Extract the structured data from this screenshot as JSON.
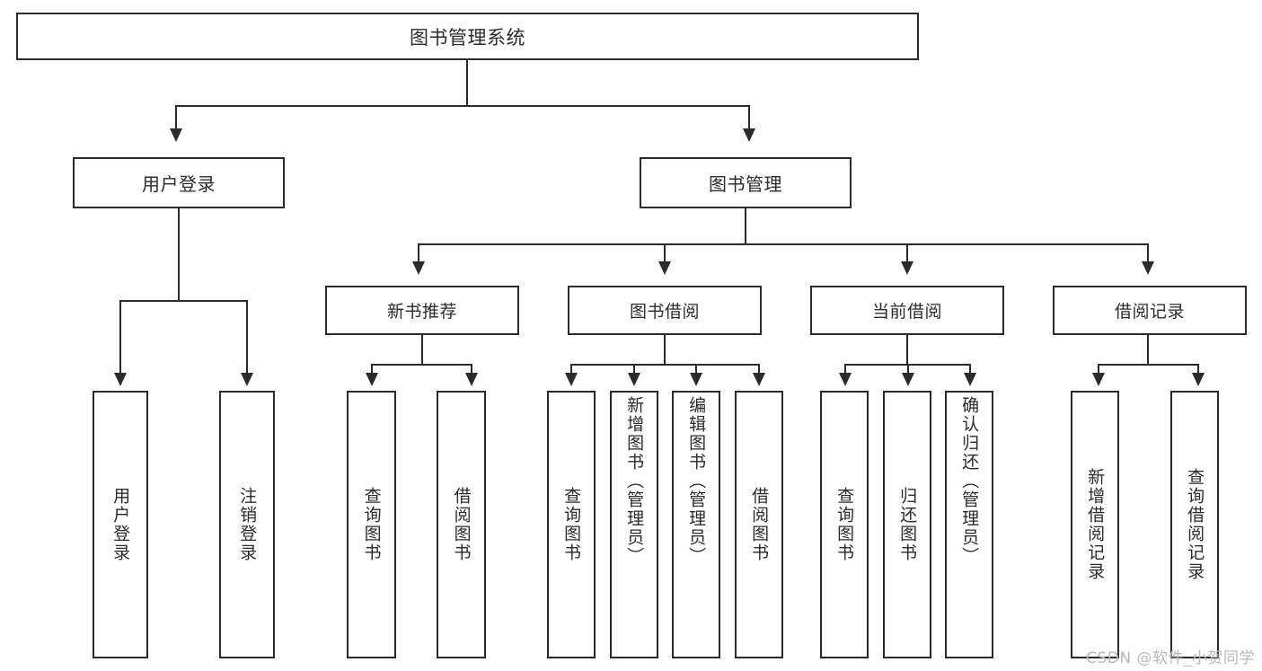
{
  "diagram": {
    "type": "tree-hierarchy",
    "title": "图书管理系统",
    "watermark": "CSDN @软件_小贺同学",
    "colors": {
      "box_border": "#2b2b2b",
      "box_fill": "#ffffff",
      "connector": "#2b2b2b",
      "background": "#ffffff",
      "watermark": "#b9b9b9"
    }
  },
  "nodes": {
    "root": {
      "label": "图书管理系统"
    },
    "level2": [
      {
        "id": "user-login",
        "label": "用户登录"
      },
      {
        "id": "book-manage",
        "label": "图书管理"
      }
    ],
    "level3": [
      {
        "id": "new-book-rec",
        "label": "新书推荐",
        "parent": "book-manage"
      },
      {
        "id": "book-borrow",
        "label": "图书借阅",
        "parent": "book-manage"
      },
      {
        "id": "current-borrow",
        "label": "当前借阅",
        "parent": "book-manage"
      },
      {
        "id": "borrow-record",
        "label": "借阅记录",
        "parent": "book-manage"
      }
    ],
    "leaves": [
      {
        "id": "leaf-user-login",
        "label": "用户登录",
        "parent": "user-login"
      },
      {
        "id": "leaf-logout",
        "label": "注销登录",
        "parent": "user-login"
      },
      {
        "id": "leaf-query-book-1",
        "label": "查询图书",
        "parent": "new-book-rec"
      },
      {
        "id": "leaf-borrow-book-1",
        "label": "借阅图书",
        "parent": "new-book-rec"
      },
      {
        "id": "leaf-query-book-2",
        "label": "查询图书",
        "parent": "book-borrow"
      },
      {
        "id": "leaf-add-book",
        "label": "新增图书（管理员）",
        "parent": "book-borrow"
      },
      {
        "id": "leaf-edit-book",
        "label": "编辑图书（管理员）",
        "parent": "book-borrow"
      },
      {
        "id": "leaf-borrow-book-2",
        "label": "借阅图书",
        "parent": "book-borrow"
      },
      {
        "id": "leaf-query-book-3",
        "label": "查询图书",
        "parent": "current-borrow"
      },
      {
        "id": "leaf-return-book",
        "label": "归还图书",
        "parent": "current-borrow"
      },
      {
        "id": "leaf-confirm-return",
        "label": "确认归还（管理员）",
        "parent": "current-borrow"
      },
      {
        "id": "leaf-add-record",
        "label": "新增借阅记录",
        "parent": "borrow-record"
      },
      {
        "id": "leaf-query-record",
        "label": "查询借阅记录",
        "parent": "borrow-record"
      }
    ]
  }
}
